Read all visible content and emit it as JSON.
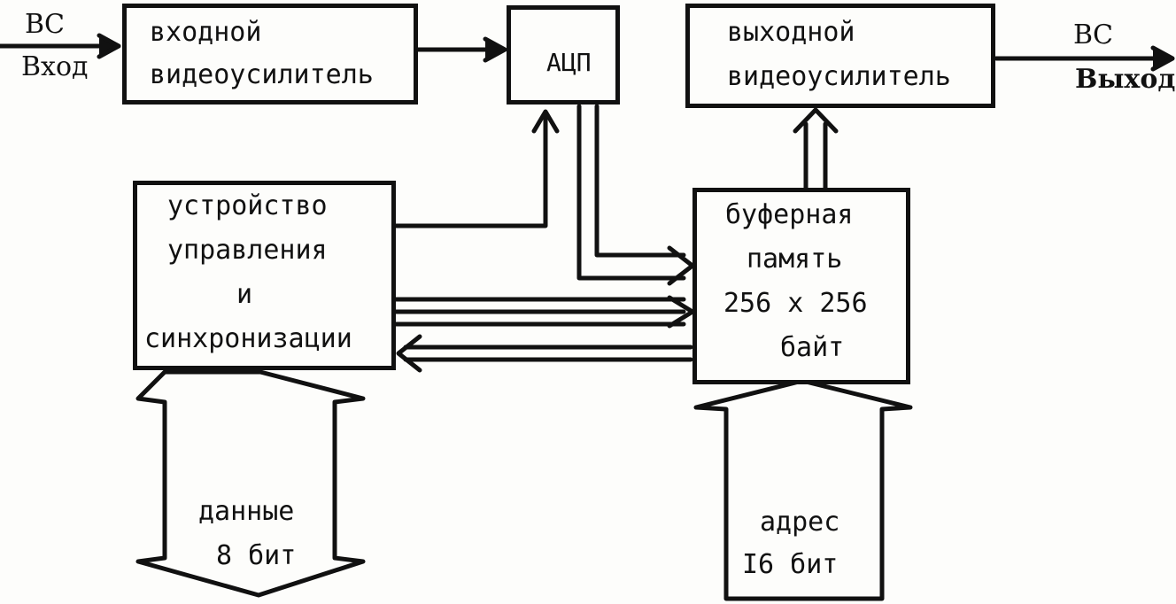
{
  "signals": {
    "input_abbr": "ВС",
    "input_label": "Вход",
    "output_abbr": "ВС",
    "output_label": "Выход"
  },
  "blocks": {
    "input_amp": {
      "line1": "входной",
      "line2": "видеоусилитель"
    },
    "adc": {
      "label": "АЦП"
    },
    "output_amp": {
      "line1": "выходной",
      "line2": "видеоусилитель"
    },
    "control": {
      "line1": "устройство",
      "line2": "управления",
      "line3": "и",
      "line4": "синхронизации"
    },
    "buffer": {
      "line1": "буферная",
      "line2": "память",
      "line3": "256 х 256",
      "line4": "байт"
    }
  },
  "buses": {
    "data": {
      "line1": "данные",
      "line2": "8 бит"
    },
    "address": {
      "line1": "адрес",
      "line2": "I6 бит"
    }
  }
}
